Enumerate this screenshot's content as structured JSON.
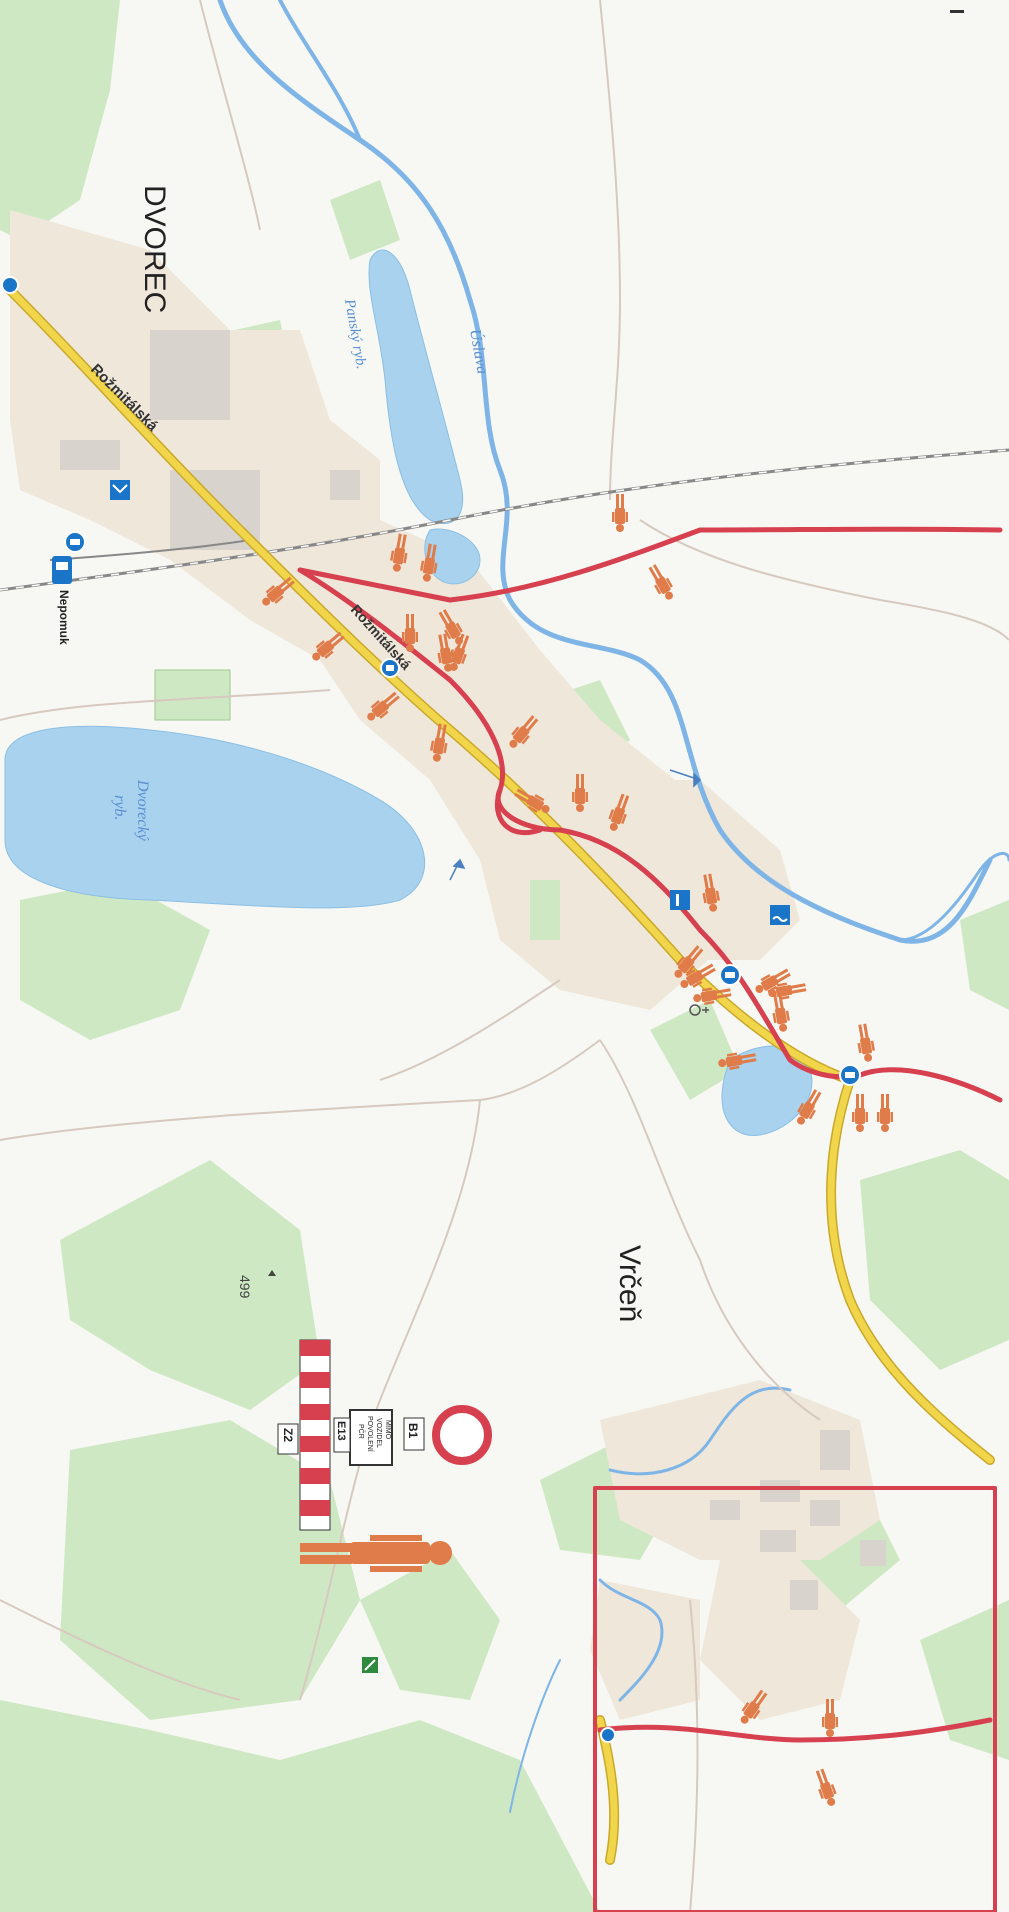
{
  "map": {
    "places": {
      "dvorec": "DVOREC",
      "vrcer": "Vrčeň",
      "nepomuk": "Nepomuk",
      "road_name_1": "Rožmitálská",
      "road_name_2": "Rožmitálská"
    },
    "water": {
      "usilava": "Úslava",
      "pansky": "Panský ryb.",
      "dvorecky_1": "Dvorecký",
      "dvorecky_2": "ryb."
    },
    "elevation": "499",
    "legend_signs": {
      "b1": "B1",
      "e13": "E13",
      "z2": "Z2",
      "e13_text": [
        "MIMO",
        "VOZIDEL",
        "POVOLENÍ",
        "PČR"
      ]
    },
    "colors": {
      "route": "#d6404f",
      "water": "#a8d2ee",
      "forest": "#cfe8c4",
      "settlement": "#efe7da",
      "main_road": "#f1d64c",
      "figure": "#e07b4a"
    },
    "icons": [
      "bus-stop-icon",
      "train-station-icon",
      "parking-icon",
      "church-icon",
      "swimming-icon",
      "information-icon",
      "pedestrian-figure-icon",
      "no-entry-sign-icon",
      "barrier-icon"
    ]
  }
}
